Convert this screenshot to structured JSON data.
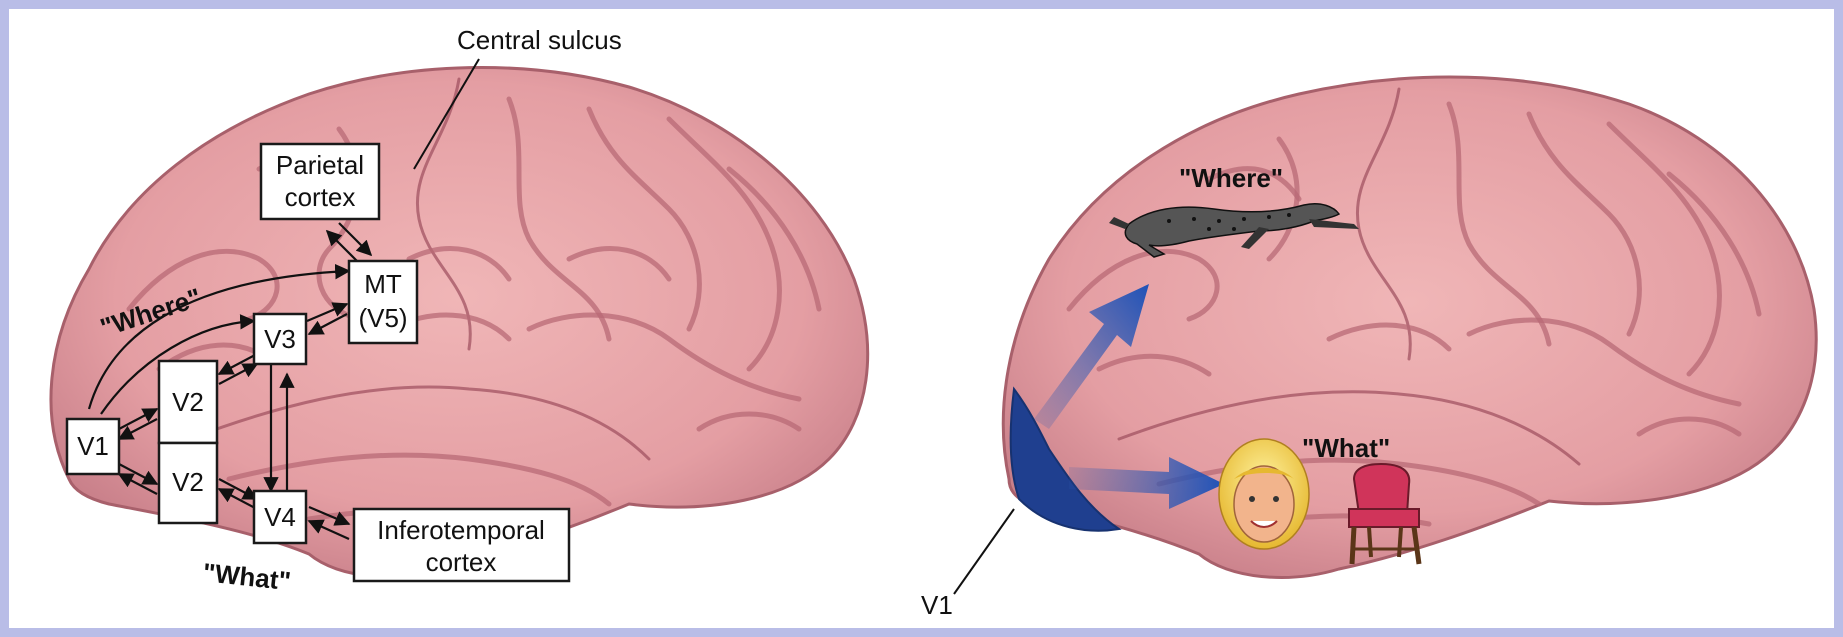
{
  "left_panel": {
    "central_sulcus_label": "Central sulcus",
    "where_label": "\"Where\"",
    "what_label": "\"What\"",
    "boxes": {
      "parietal_line1": "Parietal",
      "parietal_line2": "cortex",
      "mt_line1": "MT",
      "mt_line2": "(V5)",
      "v3": "V3",
      "v1": "V1",
      "v2_upper": "V2",
      "v2_lower": "V2",
      "v4": "V4",
      "inferotemporal_line1": "Inferotemporal",
      "inferotemporal_line2": "cortex"
    }
  },
  "right_panel": {
    "where_label": "\"Where\"",
    "what_label": "\"What\"",
    "v1_label": "V1",
    "where_icon": "cheetah-icon",
    "what_icons": [
      "face-icon",
      "chair-icon"
    ]
  },
  "colors": {
    "frame": "#b9bde7",
    "brain": "#e7a5a8",
    "v1_region": "#1f3f8f",
    "stream_arrow": "#2a58b0"
  }
}
